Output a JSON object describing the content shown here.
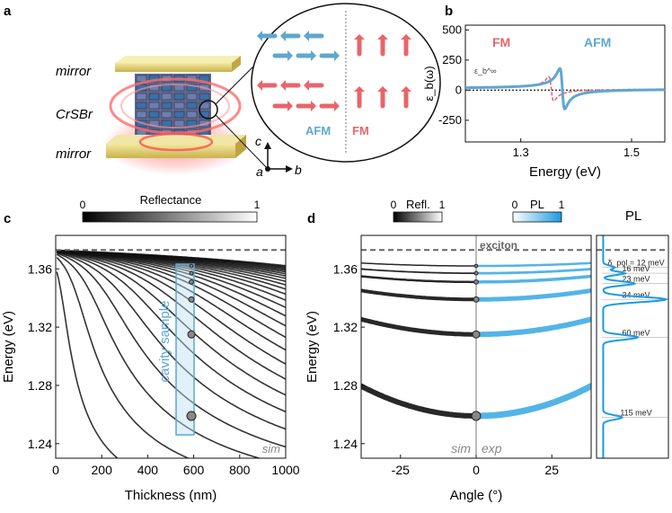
{
  "panels": {
    "a": {
      "letter": "a",
      "mirror_top": "mirror",
      "crystal": "CrSBr",
      "mirror_bottom": "mirror",
      "axis_c": "c",
      "axis_a": "a",
      "axis_b": "b",
      "inset_left": "AFM",
      "inset_right": "FM"
    },
    "b": {
      "letter": "b"
    },
    "c": {
      "letter": "c",
      "colorbar_title": "Reflectance",
      "cb_min": "0",
      "cb_max": "1",
      "sample_label": "cavity sample",
      "tag": "sim"
    },
    "d": {
      "letter": "d",
      "refl_label": "Refl.",
      "refl_min": "0",
      "refl_max": "1",
      "pl_label": "PL",
      "pl_min": "0",
      "pl_max": "1",
      "exciton_label": "exciton",
      "sim_tag": "sim",
      "exp_tag": "exp",
      "pl_column_title": "PL"
    }
  },
  "colors": {
    "accent_blue": "#5aa9d6",
    "pl_blue": "#1a9be0",
    "fm_red": "#e8656a",
    "afm_blue": "#5fa7cf",
    "dashed": "#666666"
  },
  "chart_data": [
    {
      "id": "b",
      "type": "line",
      "xlabel": "Energy (eV)",
      "ylabel": "ε_b(ω)",
      "eps_label": "ε_b^∞",
      "xlim": [
        1.2,
        1.56
      ],
      "ylim": [
        -430,
        540
      ],
      "xticks": [
        "1.3",
        "1.5"
      ],
      "xtick_values": [
        1.3,
        1.5
      ],
      "yticks": [
        "500",
        "250",
        "0",
        "-250"
      ],
      "ytick_values": [
        500,
        250,
        0,
        -250
      ],
      "series": [
        {
          "name": "FM",
          "resonance_eV": 1.355,
          "style": "dashed"
        },
        {
          "name": "AFM",
          "resonance_eV": 1.375,
          "style": "solid"
        }
      ]
    },
    {
      "id": "c",
      "type": "heatmap",
      "xlabel": "Thickness (nm)",
      "ylabel": "Energy (eV)",
      "xlim": [
        0,
        1000
      ],
      "ylim": [
        1.23,
        1.383
      ],
      "xticks": [
        "0",
        "200",
        "400",
        "600",
        "800",
        "1000"
      ],
      "xtick_values": [
        0,
        200,
        400,
        600,
        800,
        1000
      ],
      "yticks": [
        "1.36",
        "1.32",
        "1.28",
        "1.24"
      ],
      "ytick_values": [
        1.36,
        1.32,
        1.28,
        1.24
      ],
      "exciton_eV": 1.373,
      "sample_thickness_nm": 590,
      "mode_points_eV": [
        1.259,
        1.315,
        1.339,
        1.351,
        1.357,
        1.362
      ]
    },
    {
      "id": "d",
      "type": "heatmap",
      "xlabel": "Angle (°)",
      "ylabel": "Energy (eV)",
      "xlim": [
        -38,
        38
      ],
      "ylim": [
        1.23,
        1.383
      ],
      "xticks": [
        "-25",
        "0",
        "25"
      ],
      "xtick_values": [
        -25,
        0,
        25
      ],
      "yticks": [
        "1.36",
        "1.32",
        "1.28",
        "1.24"
      ],
      "ytick_values": [
        1.36,
        1.32,
        1.28,
        1.24
      ],
      "exciton_eV": 1.373,
      "mode_points_eV": [
        1.259,
        1.315,
        1.339,
        1.351,
        1.357,
        1.362
      ]
    },
    {
      "id": "pl",
      "type": "line",
      "ylim": [
        1.23,
        1.383
      ],
      "peaks": [
        {
          "energy_eV": 1.361,
          "label": "δ_pol = 12 meV"
        },
        {
          "energy_eV": 1.357,
          "label": "16 meV"
        },
        {
          "energy_eV": 1.35,
          "label": "23 meV"
        },
        {
          "energy_eV": 1.339,
          "label": "34 meV"
        },
        {
          "energy_eV": 1.313,
          "label": "60 meV"
        },
        {
          "energy_eV": 1.258,
          "label": "115 meV"
        }
      ]
    }
  ]
}
